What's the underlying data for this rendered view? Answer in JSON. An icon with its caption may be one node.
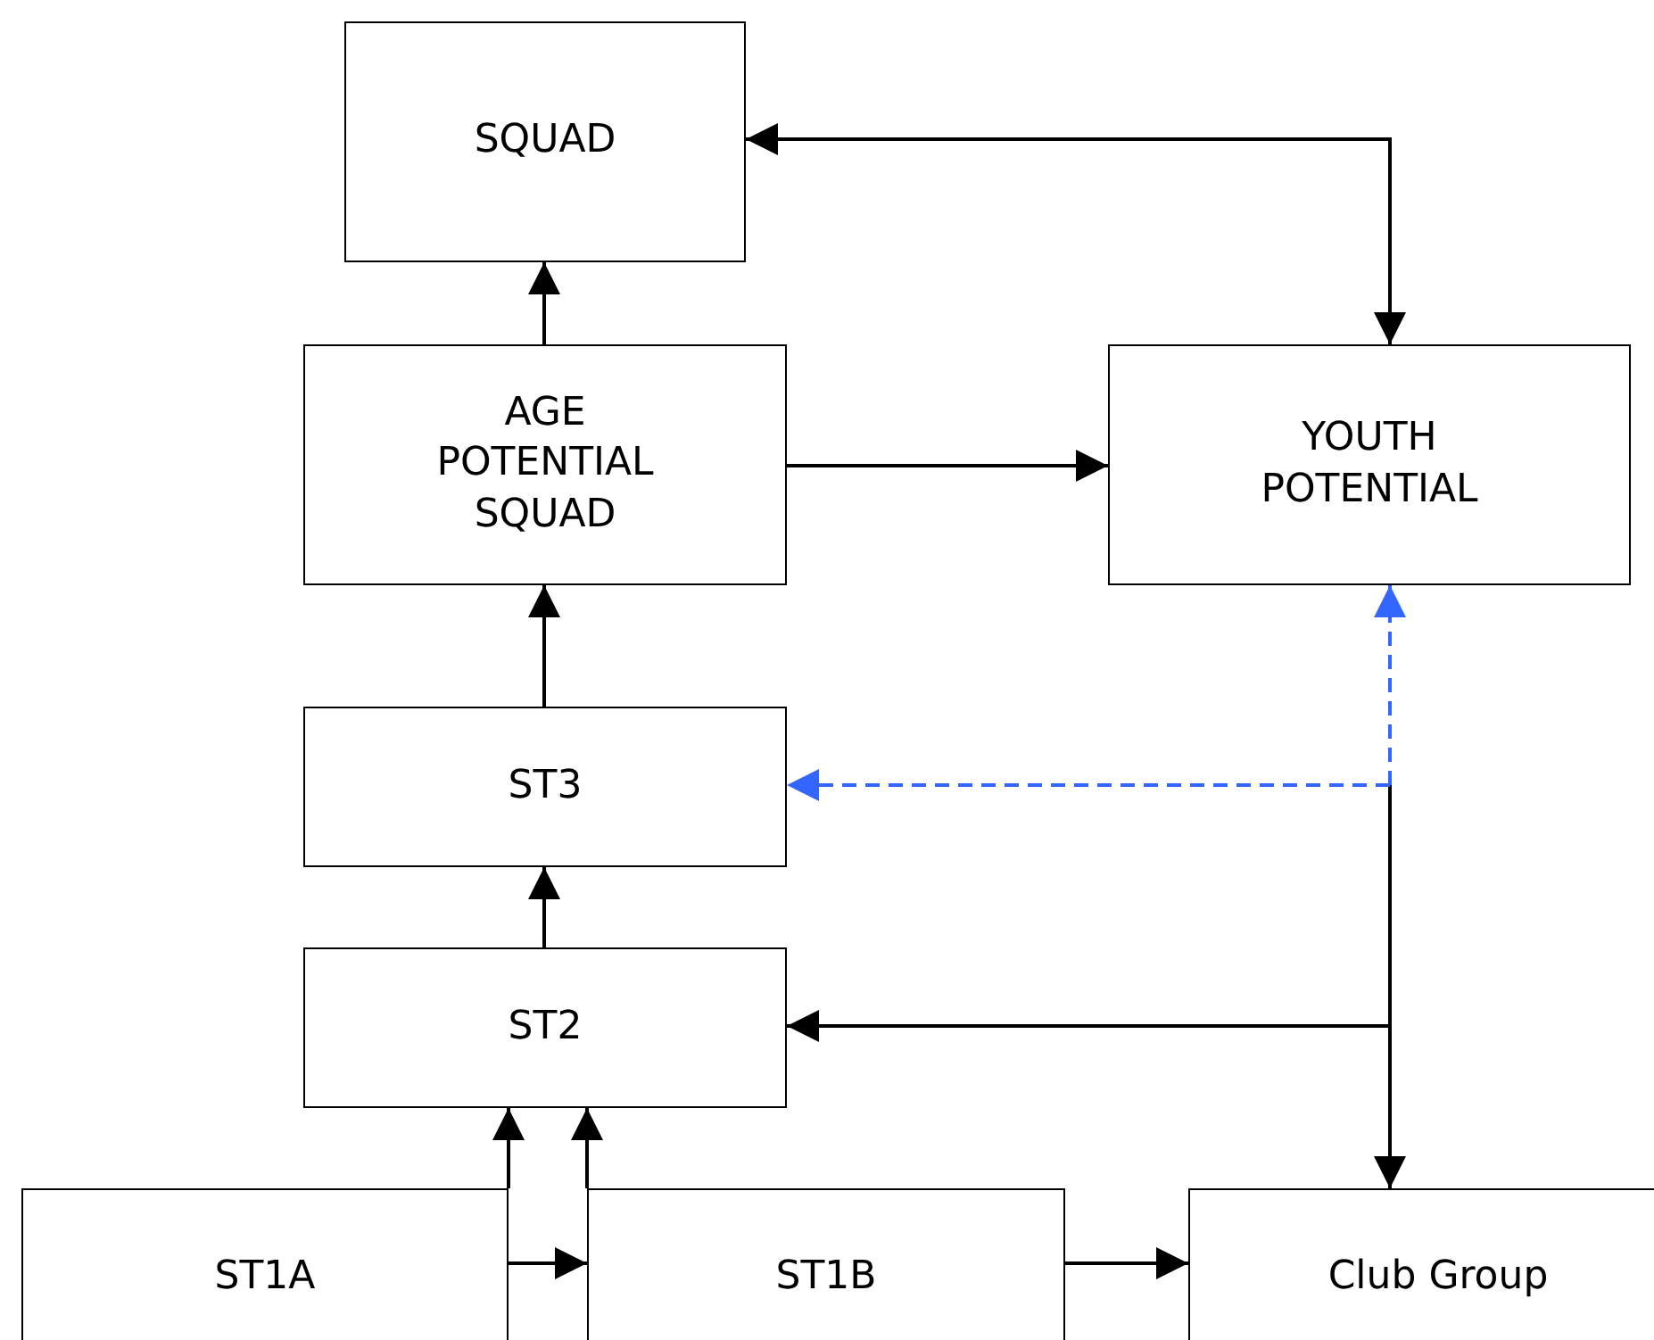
{
  "diagram": {
    "nodes": [
      {
        "text": [
          "SQUAD"
        ]
      },
      {
        "text": [
          "AGE POTENTIAL SQUAD"
        ]
      },
      {
        "text": [
          "YOUTH POTENTIAL"
        ]
      },
      {
        "text": [
          "ST3"
        ]
      },
      {
        "text": [
          "ST2"
        ]
      },
      {
        "text": [
          "ST1A"
        ]
      },
      {
        "text": [
          "ST1B"
        ]
      },
      {
        "text": [
          "Club Group"
        ]
      }
    ],
    "edges": [
      {
        "from": 1,
        "to": 0,
        "arrow": "to"
      },
      {
        "from": 0,
        "to": 2,
        "arrow": "both"
      },
      {
        "from": 1,
        "to": 2,
        "arrow": "to"
      },
      {
        "from": 3,
        "to": 1,
        "arrow": "to"
      },
      {
        "from": 4,
        "to": 3,
        "arrow": "to"
      },
      {
        "from": 5,
        "to": 4,
        "arrow": "to"
      },
      {
        "from": 6,
        "to": 4,
        "arrow": "to"
      },
      {
        "from": 5,
        "to": 6,
        "arrow": "to"
      },
      {
        "from": 6,
        "to": 7,
        "arrow": "to"
      },
      {
        "from": null,
        "to": 4,
        "arrow": "to"
      },
      {
        "from": null,
        "to": 7,
        "arrow": "to"
      },
      {
        "from": null,
        "to": 3,
        "arrow": "to",
        "style": "dashed",
        "color": "#3366ff"
      },
      {
        "from": null,
        "to": 2,
        "arrow": "to",
        "style": "dashed",
        "color": "#3366ff"
      }
    ]
  }
}
